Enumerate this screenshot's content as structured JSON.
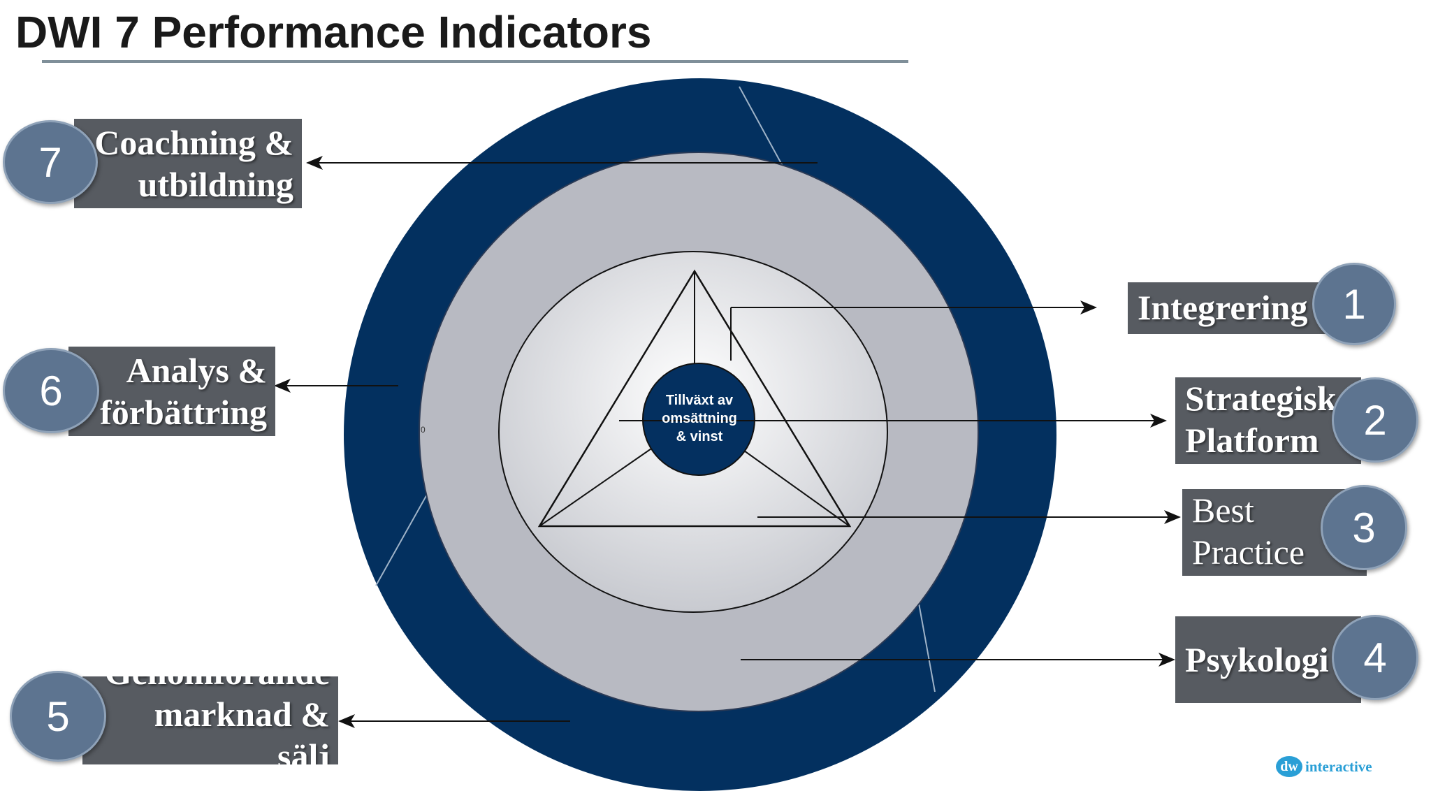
{
  "title": "DWI 7 Performance Indicators",
  "center": {
    "lines": [
      "Tillväxt av",
      "omsättning",
      "& vinst"
    ]
  },
  "tiny_label": "0",
  "indicators": [
    {
      "number": "1",
      "lines": [
        "Integrering"
      ]
    },
    {
      "number": "2",
      "lines": [
        "Strategisk",
        "Platform"
      ]
    },
    {
      "number": "3",
      "lines": [
        "Best",
        "Practice"
      ]
    },
    {
      "number": "4",
      "lines": [
        "Psykologi"
      ]
    },
    {
      "number": "5",
      "lines": [
        "Genomförande",
        "marknad &",
        "sälj"
      ]
    },
    {
      "number": "6",
      "lines": [
        "Analys &",
        "förbättring"
      ]
    },
    {
      "number": "7",
      "lines": [
        "Coachning &",
        "utbildning"
      ]
    }
  ],
  "logo": {
    "mark": "dw",
    "word": "interactive"
  },
  "colors": {
    "outer_ring": "#03305f",
    "middle_ring": "#b8bac2",
    "center_circle": "#043060",
    "label_box": "#575b61",
    "badge": "#5d7490",
    "logo": "#2a9fd6"
  }
}
